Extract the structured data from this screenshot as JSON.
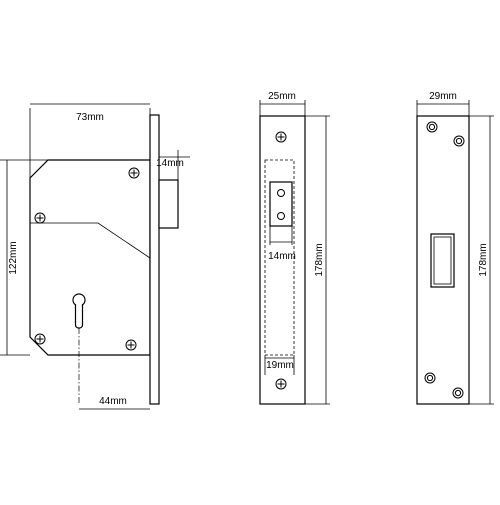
{
  "dimensions": {
    "lock_width": "73mm",
    "lock_height": "122mm",
    "bolt_throw": "14mm",
    "backset": "44mm",
    "forend_width": "25mm",
    "forend_height": "178mm",
    "bolt_width": "14mm",
    "bolt_height": "19mm",
    "strike_width": "29mm",
    "strike_height": "178mm"
  },
  "icons": {
    "screw": "screw-icon",
    "keyhole": "keyhole-icon"
  }
}
